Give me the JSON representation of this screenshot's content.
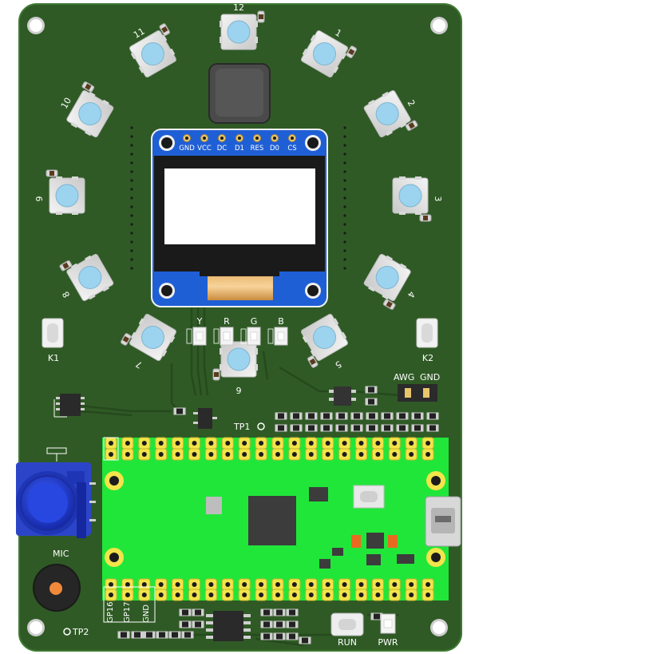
{
  "board": {
    "pcb_color": "#2f5a25",
    "edge_color": "#3d7031",
    "silk_color": "#ffffff",
    "led_color": "#9cd3ee",
    "pico_color": "#21e63a",
    "pin_color": "#f2e44a"
  },
  "leds": [
    "12",
    "1",
    "2",
    "3",
    "4",
    "5",
    "6",
    "7",
    "8",
    "9",
    "10",
    "11"
  ],
  "oled": {
    "pins": [
      "GND",
      "VCC",
      "DC",
      "D1",
      "RES",
      "D0",
      "CS"
    ],
    "body_color": "#1f5fd6"
  },
  "status_leds": [
    "Y",
    "R",
    "G",
    "B"
  ],
  "buttons": {
    "k1": "K1",
    "k2": "K2",
    "run": "RUN"
  },
  "labels": {
    "pwr": "PWR",
    "tp1": "TP1",
    "tp2": "TP2",
    "mic": "MIC",
    "awg": "AWG",
    "gnd": "GND"
  },
  "pico_pins": [
    "GP16",
    "GP17",
    "GND"
  ],
  "potentiometer": {
    "color": "#2c45c8"
  }
}
